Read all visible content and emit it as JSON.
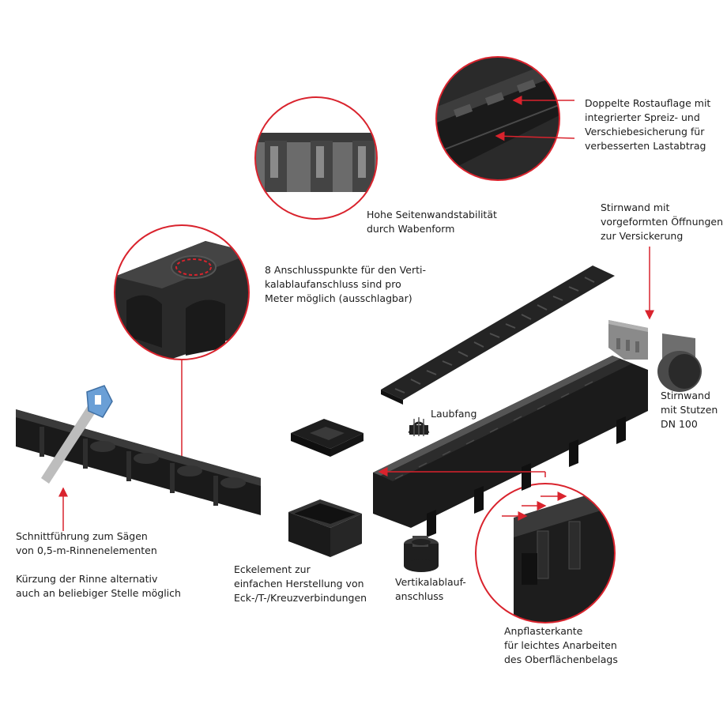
{
  "colors": {
    "accent_red": "#d9232d",
    "part_dark": "#1e1e1e",
    "part_mid": "#3a3a3a",
    "saw_handle": "#6a9fd6"
  },
  "labels": {
    "double_support": [
      "Doppelte Rostauflage mit",
      "integrierter Spreiz- und",
      "Verschiebesicherung für",
      "verbesserten Lastabtrag"
    ],
    "side_wall": [
      "Hohe Seitenwandstabilität",
      "durch Wabenform"
    ],
    "end_wall_openings": [
      "Stirnwand mit",
      "vorgeformten Öffnungen",
      "zur Versickerung"
    ],
    "connection_points": [
      "8 Anschlusspunkte für den Verti-",
      "kalablaufanschluss sind pro",
      "Meter möglich (ausschlagbar)"
    ],
    "end_wall_spigot": [
      "Stirnwand",
      "mit Stutzen",
      "DN 100"
    ],
    "leaf_trap": "Laubfang",
    "cut_guide": [
      "Schnittführung zum Sägen",
      "von 0,5-m-Rinnenelementen"
    ],
    "shortening": [
      "Kürzung der Rinne alternativ",
      "auch an beliebiger Stelle möglich"
    ],
    "corner_element": [
      "Eckelement zur",
      "einfachen Herstellung von",
      "Eck-/T-/Kreuzverbindungen"
    ],
    "vertical_outlet": [
      "Vertikalablauf-",
      "anschluss"
    ],
    "paving_edge": [
      "Anpflasterkante",
      "für leichtes Anarbeiten",
      "des Oberflächenbelags"
    ]
  }
}
